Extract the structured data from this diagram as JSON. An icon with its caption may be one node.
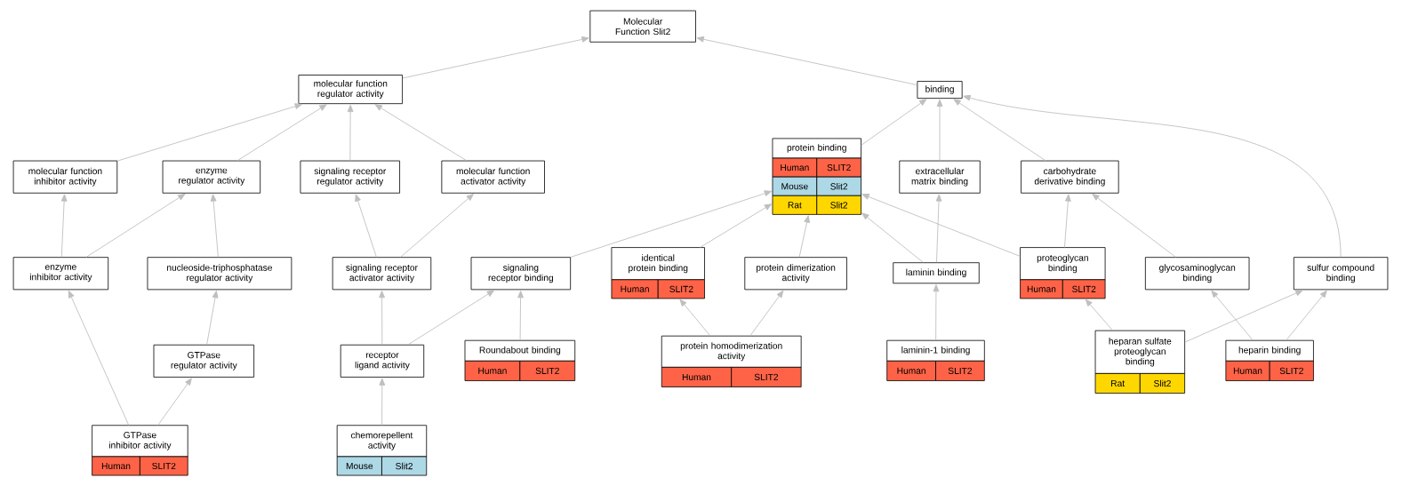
{
  "diagram": {
    "nodes": [
      {
        "text": [
          "Molecular Function Slit2"
        ]
      },
      {
        "text": [
          "molecular function regulator activity"
        ]
      },
      {
        "text": [
          "binding"
        ]
      },
      {
        "text": [
          "molecular function inhibitor activity"
        ]
      },
      {
        "text": [
          "enzyme regulator activity"
        ]
      },
      {
        "text": [
          "signaling receptor regulator activity"
        ]
      },
      {
        "text": [
          "molecular function activator activity"
        ]
      },
      {
        "text": [
          "protein binding",
          "Human",
          "SLIT2",
          "Mouse",
          "Slit2",
          "Rat",
          "Slit2"
        ]
      },
      {
        "text": [
          "extracellular matrix binding"
        ]
      },
      {
        "text": [
          "carbohydrate derivative binding"
        ]
      },
      {
        "text": [
          "enzyme inhibitor activity"
        ]
      },
      {
        "text": [
          "nucleoside-triphosphatase regulator activity"
        ]
      },
      {
        "text": [
          "signaling receptor activator activity"
        ]
      },
      {
        "text": [
          "signaling receptor binding"
        ]
      },
      {
        "text": [
          "identical protein binding",
          "Human",
          "SLIT2"
        ]
      },
      {
        "text": [
          "protein dimerization activity"
        ]
      },
      {
        "text": [
          "laminin binding"
        ]
      },
      {
        "text": [
          "proteoglycan binding",
          "Human",
          "SLIT2"
        ]
      },
      {
        "text": [
          "glycosaminoglycan binding"
        ]
      },
      {
        "text": [
          "sulfur compound binding"
        ]
      },
      {
        "text": [
          "GTPase regulator activity"
        ]
      },
      {
        "text": [
          "receptor ligand activity"
        ]
      },
      {
        "text": [
          "Roundabout binding",
          "Human",
          "SLIT2"
        ]
      },
      {
        "text": [
          "protein homodimerization activity",
          "Human",
          "SLIT2"
        ]
      },
      {
        "text": [
          "laminin-1 binding",
          "Human",
          "SLIT2"
        ]
      },
      {
        "text": [
          "heparan sulfate proteoglycan binding",
          "Rat",
          "Slit2"
        ]
      },
      {
        "text": [
          "heparin binding",
          "Human",
          "SLIT2"
        ]
      },
      {
        "text": [
          "GTPase inhibitor activity",
          "Human",
          "SLIT2"
        ]
      },
      {
        "text": [
          "chemorepellent activity",
          "Mouse",
          "Slit2"
        ]
      }
    ],
    "edges": [
      {
        "from": 1,
        "to": 0,
        "arrow": "to"
      },
      {
        "from": 2,
        "to": 0,
        "arrow": "to"
      },
      {
        "from": 3,
        "to": 1,
        "arrow": "to"
      },
      {
        "from": 4,
        "to": 1,
        "arrow": "to"
      },
      {
        "from": 5,
        "to": 1,
        "arrow": "to"
      },
      {
        "from": 6,
        "to": 1,
        "arrow": "to"
      },
      {
        "from": 7,
        "to": 2,
        "arrow": "to"
      },
      {
        "from": 8,
        "to": 2,
        "arrow": "to"
      },
      {
        "from": 9,
        "to": 2,
        "arrow": "to"
      },
      {
        "from": 19,
        "to": 2,
        "arrow": "to"
      },
      {
        "from": 10,
        "to": 3,
        "arrow": "to"
      },
      {
        "from": 10,
        "to": 4,
        "arrow": "to"
      },
      {
        "from": 11,
        "to": 4,
        "arrow": "to"
      },
      {
        "from": 12,
        "to": 5,
        "arrow": "to"
      },
      {
        "from": 12,
        "to": 6,
        "arrow": "to"
      },
      {
        "from": 13,
        "to": 7,
        "arrow": "to"
      },
      {
        "from": 14,
        "to": 7,
        "arrow": "to"
      },
      {
        "from": 15,
        "to": 7,
        "arrow": "to"
      },
      {
        "from": 16,
        "to": 7,
        "arrow": "to"
      },
      {
        "from": 17,
        "to": 7,
        "arrow": "to"
      },
      {
        "from": 16,
        "to": 8,
        "arrow": "to"
      },
      {
        "from": 17,
        "to": 9,
        "arrow": "to"
      },
      {
        "from": 18,
        "to": 9,
        "arrow": "to"
      },
      {
        "from": 20,
        "to": 11,
        "arrow": "to"
      },
      {
        "from": 21,
        "to": 12,
        "arrow": "to"
      },
      {
        "from": 21,
        "to": 13,
        "arrow": "to"
      },
      {
        "from": 22,
        "to": 13,
        "arrow": "to"
      },
      {
        "from": 23,
        "to": 14,
        "arrow": "to"
      },
      {
        "from": 23,
        "to": 15,
        "arrow": "to"
      },
      {
        "from": 24,
        "to": 16,
        "arrow": "to"
      },
      {
        "from": 25,
        "to": 17,
        "arrow": "to"
      },
      {
        "from": 25,
        "to": 19,
        "arrow": "to"
      },
      {
        "from": 26,
        "to": 18,
        "arrow": "to"
      },
      {
        "from": 26,
        "to": 19,
        "arrow": "to"
      },
      {
        "from": 27,
        "to": 10,
        "arrow": "to"
      },
      {
        "from": 27,
        "to": 20,
        "arrow": "to"
      },
      {
        "from": 28,
        "to": 21,
        "arrow": "to"
      }
    ]
  }
}
